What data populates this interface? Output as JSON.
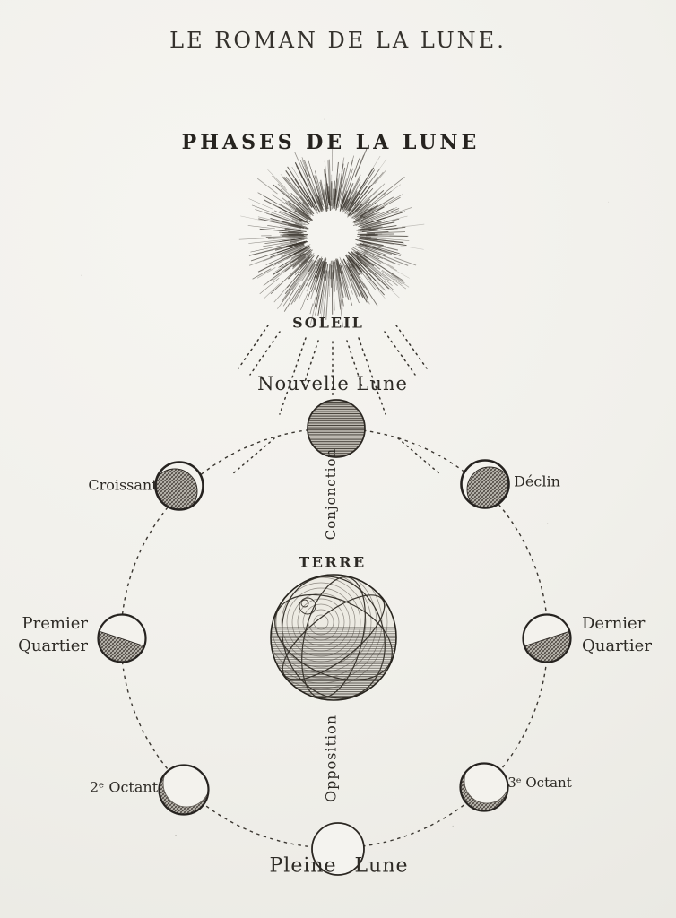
{
  "page": {
    "book_title": "LE ROMAN DE LA LUNE.",
    "figure_title": "PHASES DE LA LUNE"
  },
  "figure": {
    "sun_label": "SOLEIL",
    "earth_label": "TERRE",
    "alignment_labels": {
      "conjunction": "Conjonction",
      "opposition": "Opposition"
    },
    "phase_labels": {
      "new_moon": "Nouvelle Lune",
      "waxing_crescent": "Croissant",
      "waning_crescent": "Déclin",
      "first_quarter": [
        "Premier",
        "Quartier"
      ],
      "last_quarter": [
        "Dernier",
        "Quartier"
      ],
      "second_octant": "2ᵉ Octant",
      "third_octant": "3ᵉ Octant",
      "full_moon": "Pleine Lune"
    },
    "colors": {
      "ink": "#2c2924",
      "paper": "#f0efea"
    }
  }
}
